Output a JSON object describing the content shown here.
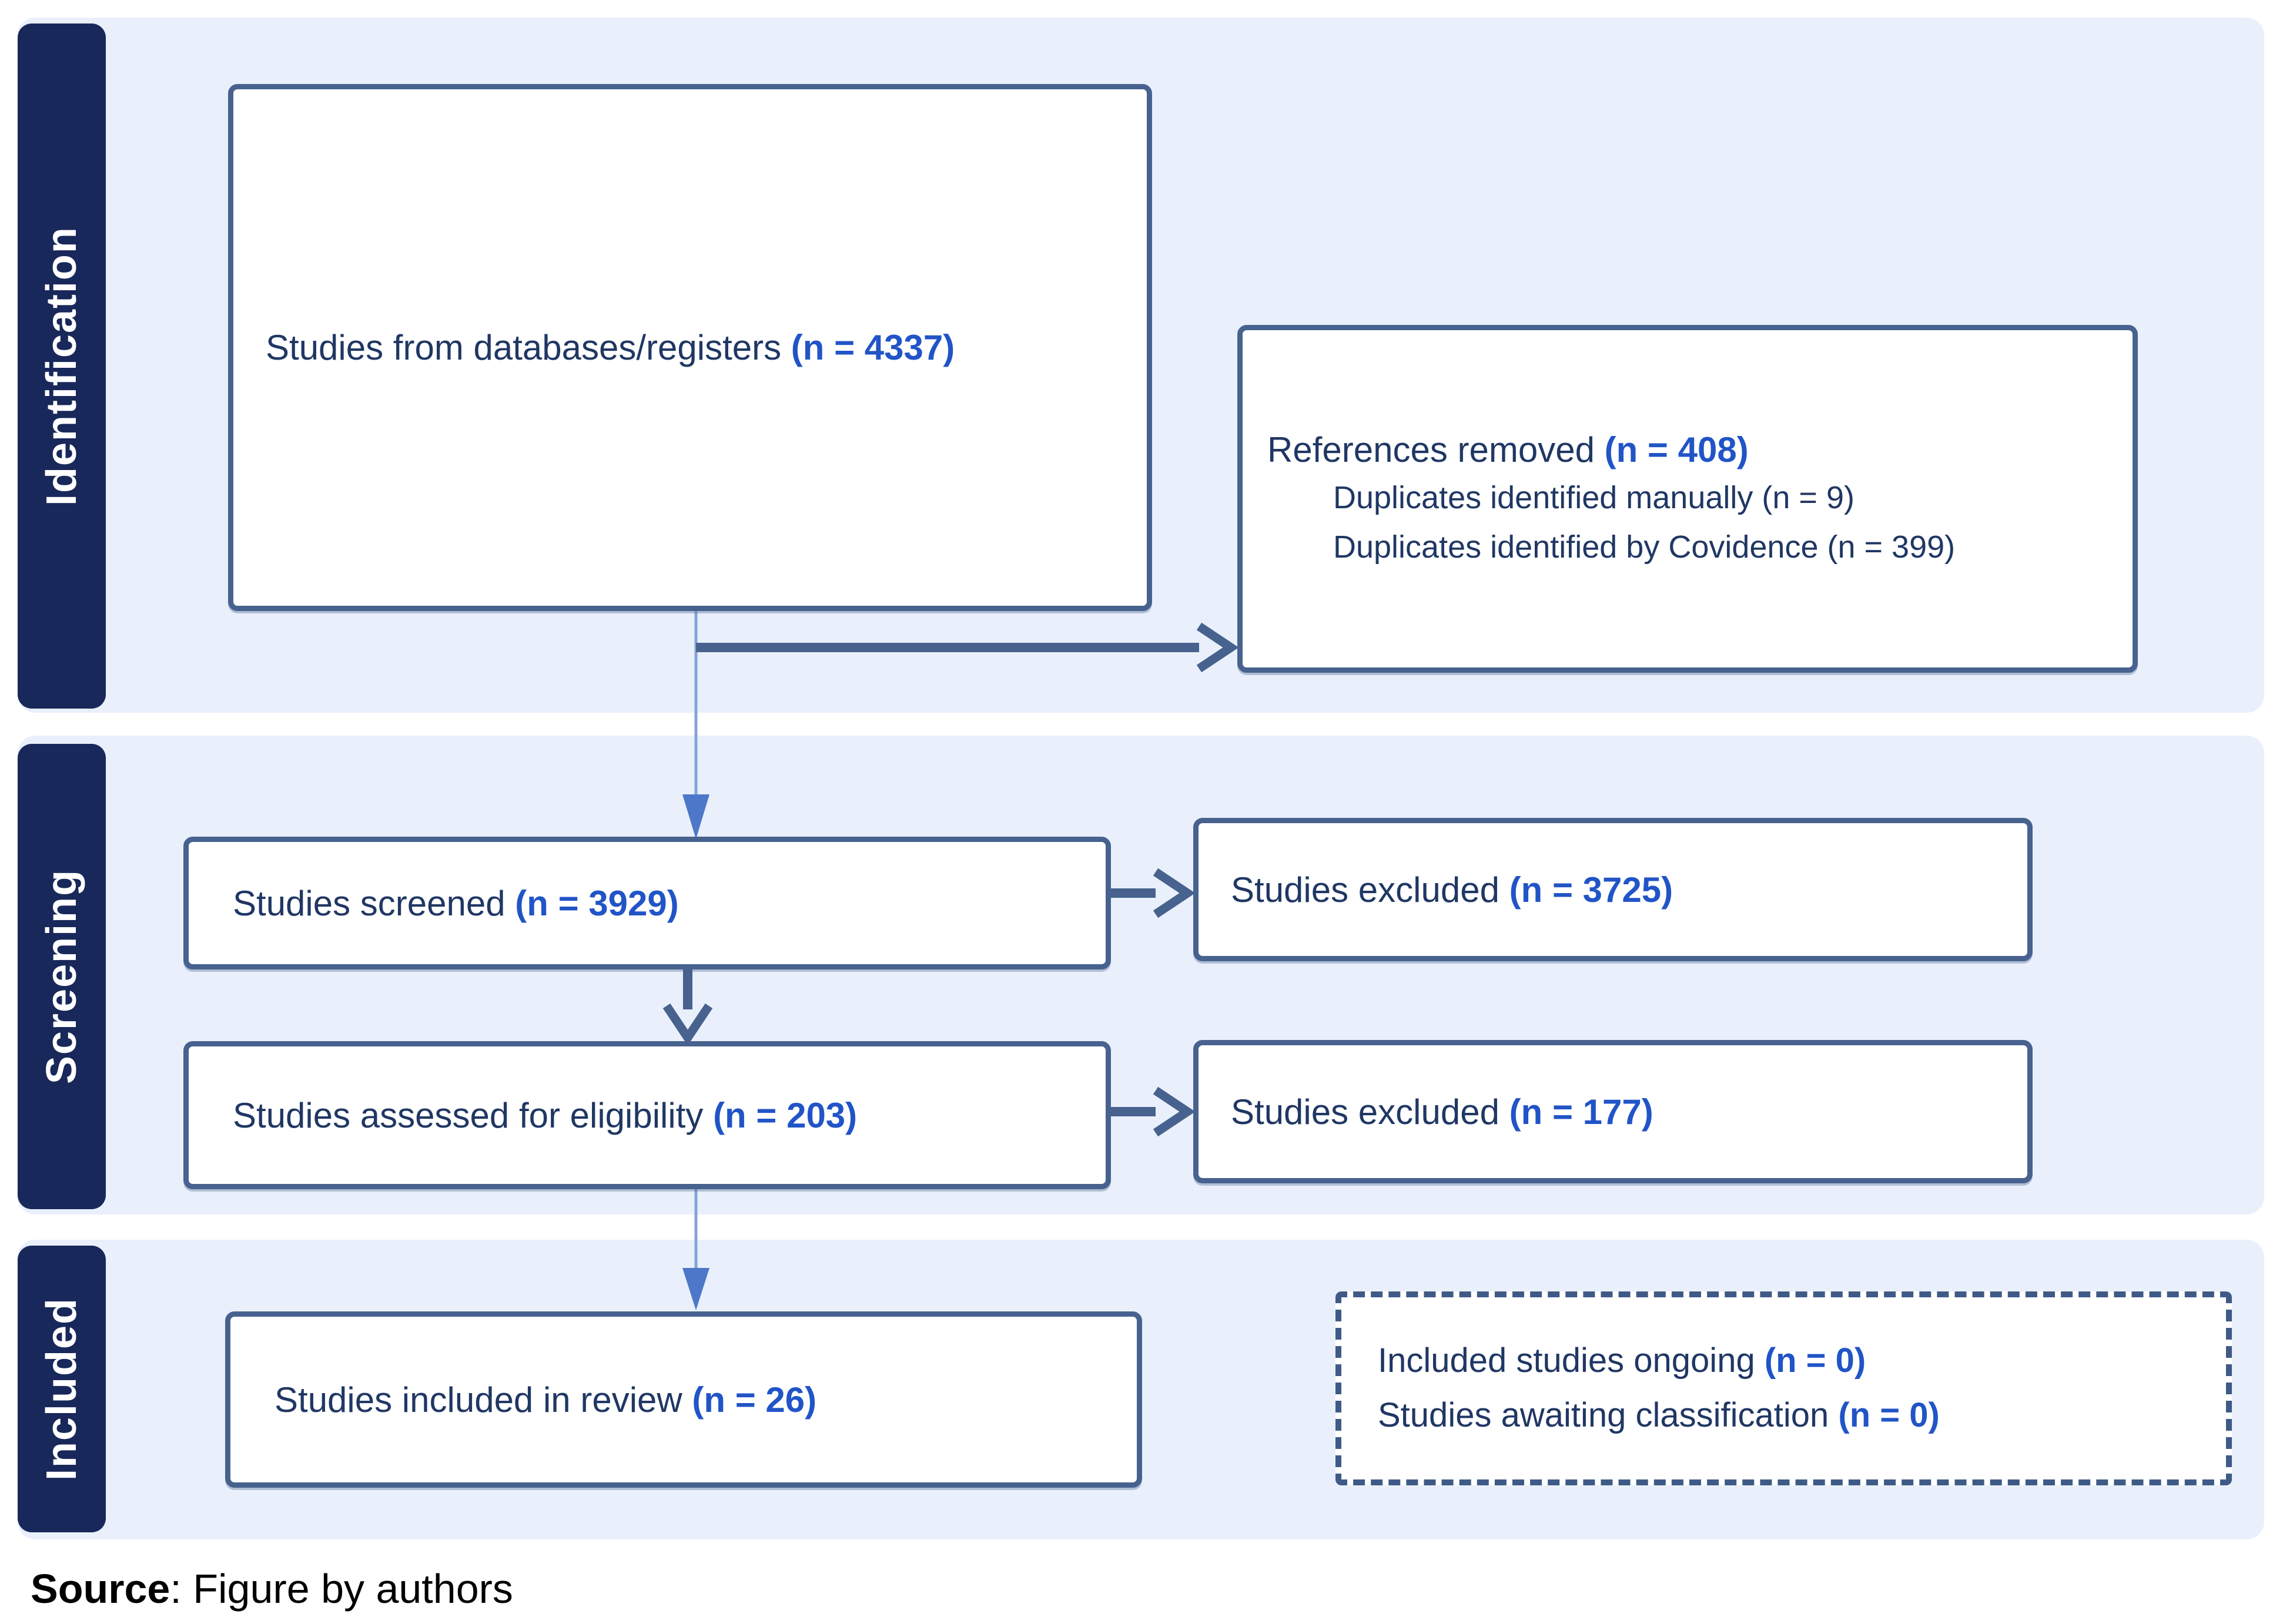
{
  "sidebar": {
    "stages": [
      {
        "label": "Identification"
      },
      {
        "label": "Screening"
      },
      {
        "label": "Included"
      }
    ]
  },
  "boxes": {
    "databases": {
      "label": "Studies from databases/registers ",
      "count": "(n = 4337)"
    },
    "references_removed": {
      "label": "References removed ",
      "count": "(n = 408)",
      "sub_1": "Duplicates identified manually (n = 9)",
      "sub_2": "Duplicates identified by Covidence (n = 399)"
    },
    "screened": {
      "label": "Studies screened ",
      "count": "(n = 3929)"
    },
    "excluded_screening": {
      "label": "Studies excluded ",
      "count": "(n = 3725)"
    },
    "assessed": {
      "label": "Studies assessed for eligibility ",
      "count": "(n = 203)"
    },
    "excluded_eligibility": {
      "label": "Studies excluded ",
      "count": "(n = 177)"
    },
    "included_review": {
      "label": "Studies included in review ",
      "count": "(n = 26)"
    },
    "ongoing": {
      "label": "Included studies ongoing ",
      "count": "(n = 0)"
    },
    "awaiting": {
      "label": "Studies awaiting classification ",
      "count": "(n = 0)"
    }
  },
  "footer": {
    "source_bold": "Source",
    "source_rest": ": Figure by authors"
  },
  "colors": {
    "band_background": "#e9f0fb",
    "sidebar_background": "#19285a",
    "sidebar_text": "#ffffff",
    "box_border": "#47628e",
    "box_label_text": "#203764",
    "count_text": "#2154c7",
    "thick_arrow": "#47628e",
    "thin_arrow_line": "#85a3d6",
    "thin_arrow_head": "#4d77c9",
    "dashed_border": "#3f5a86",
    "source_text": "#000000"
  }
}
